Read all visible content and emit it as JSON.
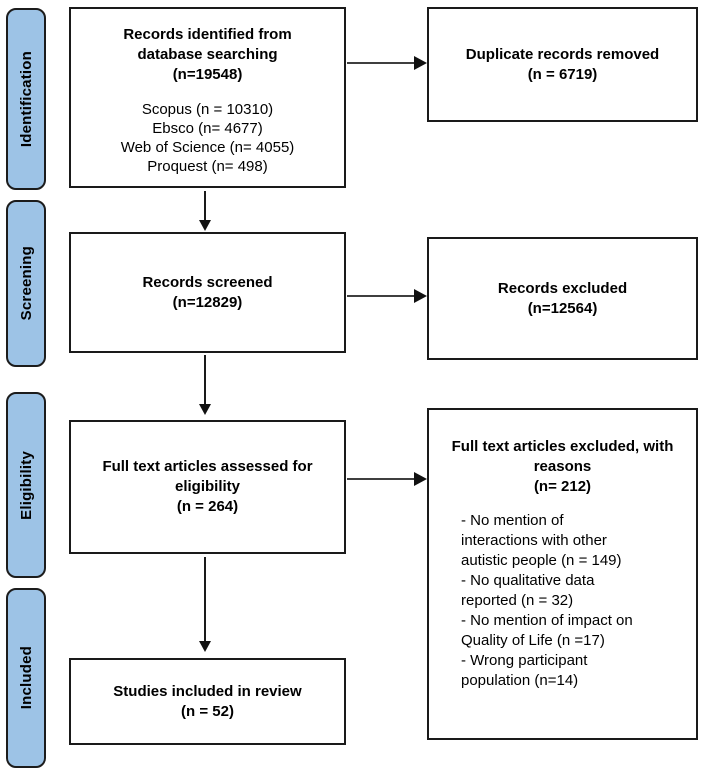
{
  "diagram": {
    "type": "prisma-flowchart",
    "colors": {
      "stage_fill": "#9DC3E6",
      "box_border": "#1a1a1a",
      "arrow": "#1a1a1a",
      "background": "#ffffff"
    },
    "stages": [
      {
        "label": "Identification"
      },
      {
        "label": "Screening"
      },
      {
        "label": "Eligibility"
      },
      {
        "label": "Included"
      }
    ],
    "main_boxes": [
      {
        "title": "Records identified from\ndatabase searching\n(n=19548)",
        "details": [
          "Scopus (n = 10310)",
          "Ebsco (n= 4677)",
          "Web of Science (n= 4055)",
          "Proquest (n= 498)"
        ]
      },
      {
        "title": "Records screened\n(n=12829)"
      },
      {
        "title": "Full text articles assessed for\neligibility\n(n = 264)"
      },
      {
        "title": "Studies included in review\n(n = 52)"
      }
    ],
    "side_boxes": [
      {
        "title": "Duplicate records removed\n(n = 6719)"
      },
      {
        "title": "Records excluded\n(n=12564)"
      },
      {
        "title": "Full text articles excluded, with\nreasons\n(n= 212)",
        "reasons": [
          "- No mention of\ninteractions with other\nautistic people (n = 149)",
          "- No qualitative data\nreported (n = 32)",
          "- No mention of impact on\nQuality of Life (n =17)",
          "- Wrong participant\npopulation (n=14)"
        ]
      }
    ]
  }
}
